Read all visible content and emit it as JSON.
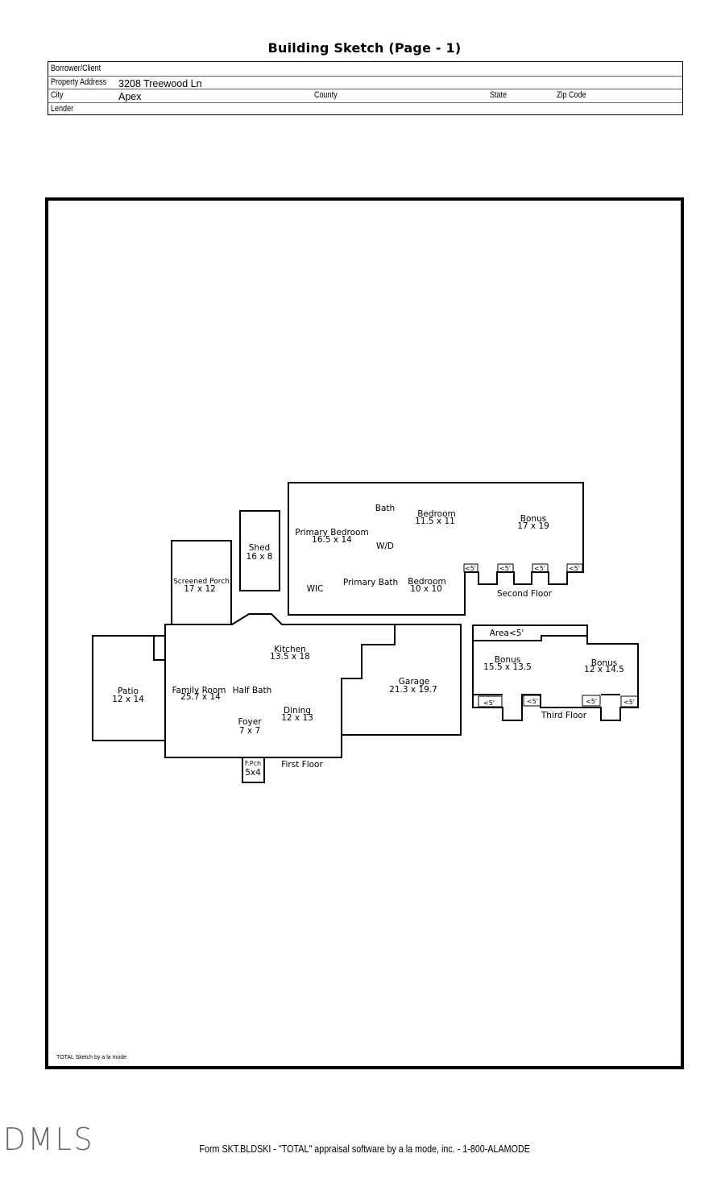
{
  "header": {
    "title": "Building Sketch (Page - 1)"
  },
  "info": {
    "borrower_label": "Borrower/Client",
    "borrower_value": "",
    "address_label": "Property Address",
    "address_value": "3208 Treewood Ln",
    "city_label": "City",
    "city_value": "Apex",
    "county_label": "County",
    "county_value": "",
    "state_label": "State",
    "state_value": "",
    "zip_label": "Zip Code",
    "zip_value": "",
    "lender_label": "Lender",
    "lender_value": ""
  },
  "sketch": {
    "credit": "TOTAL Sketch by a la mode",
    "floors": {
      "first": "First Floor",
      "second": "Second Floor",
      "third": "Third Floor"
    },
    "rooms": {
      "shed": {
        "name": "Shed",
        "dims": "16 x 8"
      },
      "screened_porch": {
        "name": "Screened Porch",
        "dims": "17 x 12"
      },
      "primary_bedroom": {
        "name": "Primary Bedroom",
        "dims": "16.5 x 14"
      },
      "bath": {
        "name": "Bath"
      },
      "bedroom_1": {
        "name": "Bedroom",
        "dims": "11.5 x 11"
      },
      "bonus_2f": {
        "name": "Bonus",
        "dims": "17 x 19"
      },
      "wd": {
        "name": "W/D"
      },
      "wic": {
        "name": "WIC"
      },
      "primary_bath": {
        "name": "Primary Bath"
      },
      "bedroom_2": {
        "name": "Bedroom",
        "dims": "10 x 10"
      },
      "kitchen": {
        "name": "Kitchen",
        "dims": "13.5 x 18"
      },
      "patio": {
        "name": "Patio",
        "dims": "12 x 14"
      },
      "family_room": {
        "name": "Family Room",
        "dims": "25.7 x 14"
      },
      "half_bath": {
        "name": "Half Bath"
      },
      "foyer": {
        "name": "Foyer",
        "dims": "7 x 7"
      },
      "dining": {
        "name": "Dining",
        "dims": "12 x 13"
      },
      "garage": {
        "name": "Garage",
        "dims": "21.3 x 19.7"
      },
      "front_porch": {
        "name": "F.Pch",
        "dims": "5x4"
      },
      "area_lt5": {
        "name": "Area<5'"
      },
      "bonus_3f_left": {
        "name": "Bonus",
        "dims": "15.5 x 13.5"
      },
      "bonus_3f_right": {
        "name": "Bonus",
        "dims": "12 x 14.5"
      }
    },
    "low_ceiling_tag": "<5'"
  },
  "watermark": "DMLS",
  "footer": {
    "text": "Form SKT.BLDSKI - \"TOTAL\" appraisal software by a la mode, inc. - 1-800-ALAMODE"
  }
}
